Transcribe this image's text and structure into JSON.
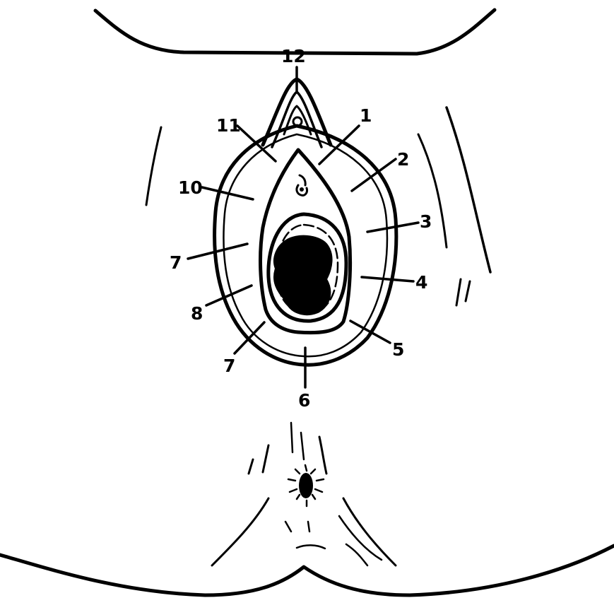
{
  "diagram": {
    "colors": {
      "ink": "#000000",
      "background": "#ffffff"
    },
    "clock_labels": {
      "h12": "12",
      "h1": "1",
      "h2": "2",
      "h3": "3",
      "h4": "4",
      "h5": "5",
      "h6": "6",
      "h7_lower": "7",
      "h8": "8",
      "h9": "7",
      "h10": "10",
      "h11": "11"
    }
  }
}
